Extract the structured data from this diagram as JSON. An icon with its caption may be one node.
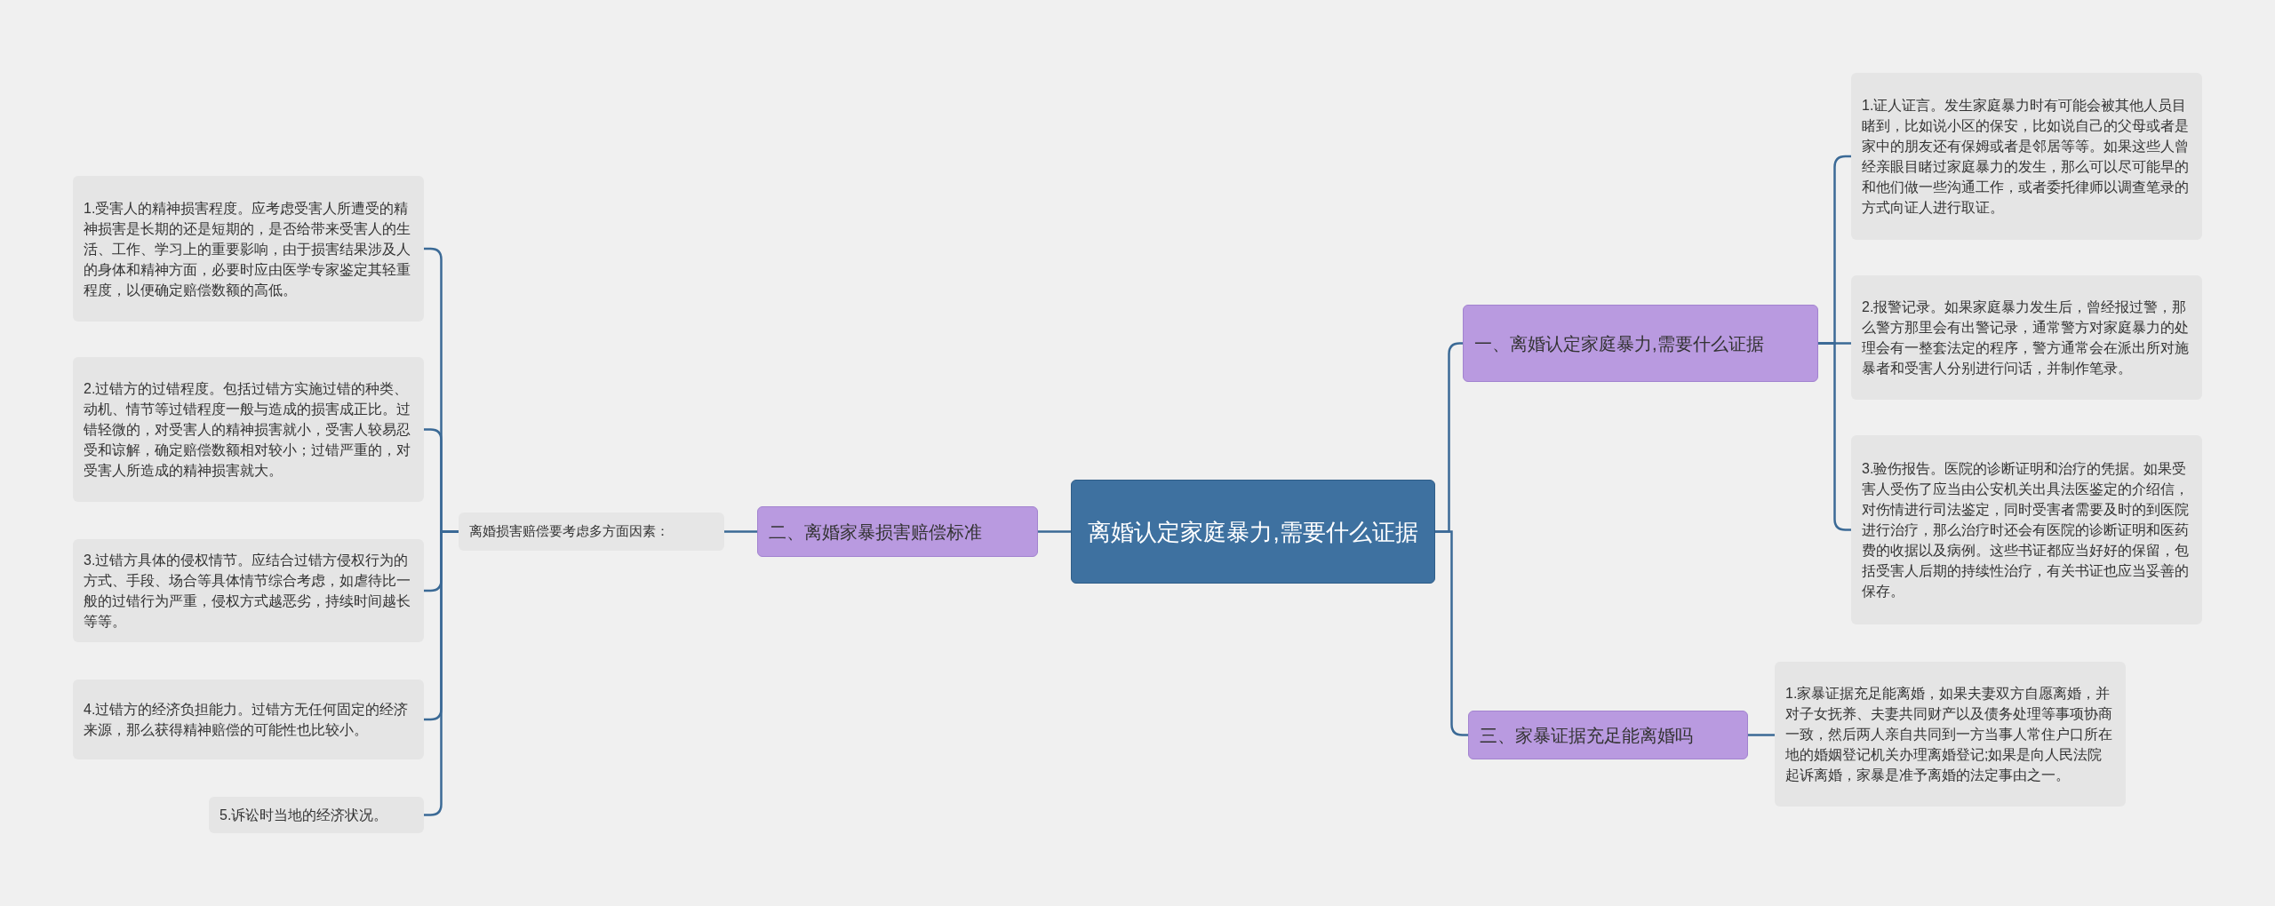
{
  "diagram": {
    "nodes": [
      {
        "text": [
          "离婚认定家庭暴力,需要什么证据"
        ]
      },
      {
        "text": [
          "一、离婚认定家庭暴力,需要什么证据"
        ]
      },
      {
        "text": [
          "1.证人证言。发生家庭暴力时有可能会被其他人员目睹到，比如说小区的保安，比如说自己的父母或者是家中的朋友还有保姆或者是邻居等等。如果这些人曾经亲眼目睹过家庭暴力的发生，那么可以尽可能早的和他们做一些沟通工作，或者委托律师以调查笔录的方式向证人进行取证。"
        ]
      },
      {
        "text": [
          "2.报警记录。如果家庭暴力发生后，曾经报过警，那么警方那里会有出警记录，通常警方对家庭暴力的处理会有一整套法定的程序，警方通常会在派出所对施暴者和受害人分别进行问话，并制作笔录。"
        ]
      },
      {
        "text": [
          "3.验伤报告。医院的诊断证明和治疗的凭据。如果受害人受伤了应当由公安机关出具法医鉴定的介绍信，对伤情进行司法鉴定，同时受害者需要及时的到医院进行治疗，那么治疗时还会有医院的诊断证明和医药费的收据以及病例。这些书证都应当好好的保留，包括受害人后期的持续性治疗，有关书证也应当妥善的保存。"
        ]
      },
      {
        "text": [
          "三、家暴证据充足能离婚吗"
        ]
      },
      {
        "text": [
          "1.家暴证据充足能离婚，如果夫妻双方自愿离婚，并对子女抚养、夫妻共同财产以及债务处理等事项协商一致，然后两人亲自共同到一方当事人常住户口所在地的婚姻登记机关办理离婚登记;如果是向人民法院起诉离婚，家暴是准予离婚的法定事由之一。"
        ]
      },
      {
        "text": [
          "二、离婚家暴损害赔偿标准"
        ]
      },
      {
        "text": [
          "离婚损害赔偿要考虑多方面因素："
        ]
      },
      {
        "text": [
          "1.受害人的精神损害程度。应考虑受害人所遭受的精神损害是长期的还是短期的，是否给带来受害人的生活、工作、学习上的重要影响，由于损害结果涉及人的身体和精神方面，必要时应由医学专家鉴定其轻重程度，以便确定赔偿数额的高低。"
        ]
      },
      {
        "text": [
          "2.过错方的过错程度。包括过错方实施过错的种类、动机、情节等过错程度一般与造成的损害成正比。过错轻微的，对受害人的精神损害就小，受害人较易忍受和谅解，确定赔偿数额相对较小；过错严重的，对受害人所造成的精神损害就大。"
        ]
      },
      {
        "text": [
          "3.过错方具体的侵权情节。应结合过错方侵权行为的方式、手段、场合等具体情节综合考虑，如虐待比一般的过错行为严重，侵权方式越恶劣，持续时间越长等等。"
        ]
      },
      {
        "text": [
          "4.过错方的经济负担能力。过错方无任何固定的经济来源，那么获得精神赔偿的可能性也比较小。"
        ]
      },
      {
        "text": [
          "5.诉讼时当地的经济状况。"
        ]
      }
    ],
    "edges": [
      {
        "from": 0,
        "to": 1,
        "arrow": "none"
      },
      {
        "from": 1,
        "to": 2,
        "arrow": "none"
      },
      {
        "from": 1,
        "to": 3,
        "arrow": "none"
      },
      {
        "from": 1,
        "to": 4,
        "arrow": "none"
      },
      {
        "from": 0,
        "to": 5,
        "arrow": "none"
      },
      {
        "from": 5,
        "to": 6,
        "arrow": "none"
      },
      {
        "from": 0,
        "to": 7,
        "arrow": "none"
      },
      {
        "from": 7,
        "to": 8,
        "arrow": "none"
      },
      {
        "from": 8,
        "to": 9,
        "arrow": "none"
      },
      {
        "from": 8,
        "to": 10,
        "arrow": "none"
      },
      {
        "from": 8,
        "to": 11,
        "arrow": "none"
      },
      {
        "from": 8,
        "to": 12,
        "arrow": "none"
      },
      {
        "from": 8,
        "to": 13,
        "arrow": "none"
      }
    ]
  }
}
